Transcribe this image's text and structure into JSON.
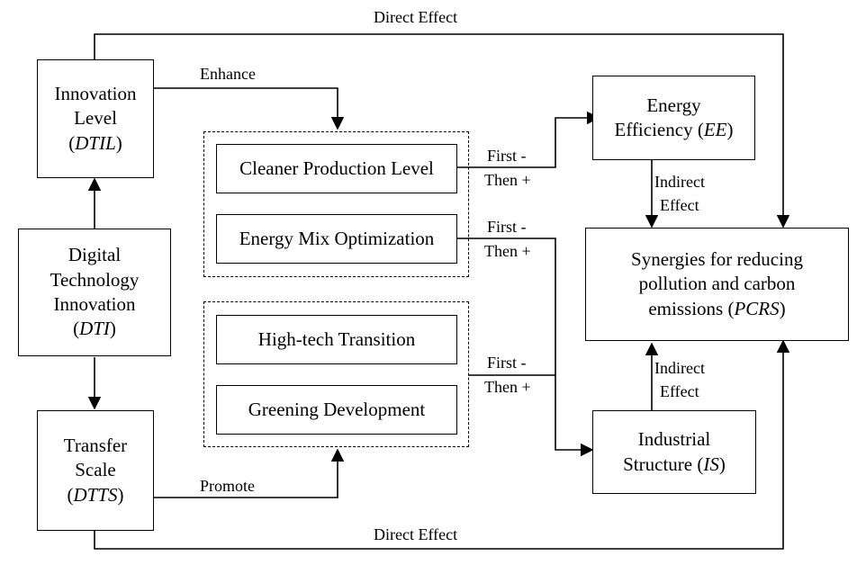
{
  "nodes": {
    "innovation_level": {
      "line1": "Innovation",
      "line2": "Level",
      "abbr": "DTIL"
    },
    "dti": {
      "line1": "Digital",
      "line2": "Technology",
      "line3": "Innovation",
      "abbr": "DTI"
    },
    "transfer_scale": {
      "line1": "Transfer",
      "line2": "Scale",
      "abbr": "DTTS"
    },
    "cleaner_production": "Cleaner Production Level",
    "energy_mix": "Energy Mix Optimization",
    "high_tech": "High-tech Transition",
    "greening": "Greening Development",
    "energy_efficiency": {
      "line1": "Energy",
      "line2": "Efficiency",
      "abbr": "EE"
    },
    "pcrs": {
      "line1": "Synergies for reducing",
      "line2": "pollution and carbon",
      "line3": "emissions",
      "abbr": "PCRS"
    },
    "industrial_structure": {
      "line1": "Industrial",
      "line2": "Structure",
      "abbr": "IS"
    }
  },
  "edges": {
    "direct_effect_top": "Direct Effect",
    "direct_effect_bottom": "Direct Effect",
    "enhance": "Enhance",
    "promote": "Promote",
    "first1": "First -",
    "then1": "Then +",
    "first2": "First -",
    "then2": "Then +",
    "first3": "First -",
    "then3": "Then +",
    "indirect1": "Indirect",
    "effect1": "Effect",
    "indirect2": "Indirect",
    "effect2": "Effect"
  },
  "colors": {
    "stroke": "#000000",
    "background": "#ffffff"
  }
}
